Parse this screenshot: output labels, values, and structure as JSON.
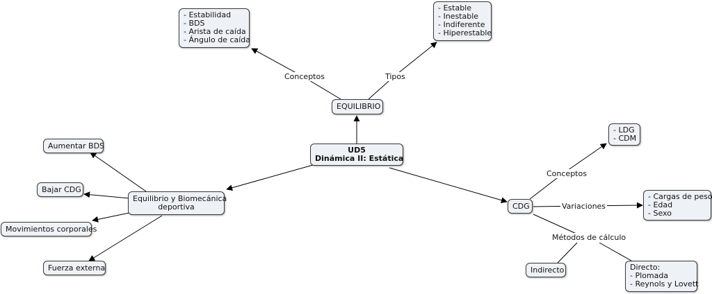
{
  "nodes": {
    "center": "UD5\nDinámica II: Estática",
    "equilibrio": "EQUILIBRIO",
    "conceptos_list": "- Estabilidad\n- BDS\n- Arista de caída\n- Ángulo de caída",
    "tipos_list": "- Estable\n- Inestable\n- Indiferente\n- Hiperestable",
    "biomecanica": "Equilibrio y Biomecánica\ndeportiva",
    "aumentar_bds": "Aumentar BDS",
    "bajar_cdg": "Bajar CDG",
    "movimientos": "Movimientos corporales",
    "fuerza_externa": "Fuerza externa",
    "cdg": "CDG",
    "ldg_cdm": "- LDG\n- CDM",
    "variaciones_list": "- Cargas de peso\n- Edad\n- Sexo",
    "indirecto": "Indirecto",
    "directo": "Directo:\n- Plomada\n- Reynols y Lovett"
  },
  "edge_labels": {
    "conceptos_eq": "Conceptos",
    "tipos": "Tipos",
    "conceptos_cdg": "Conceptos",
    "variaciones": "Variaciones",
    "metodos": "Métodos de cálculo"
  }
}
